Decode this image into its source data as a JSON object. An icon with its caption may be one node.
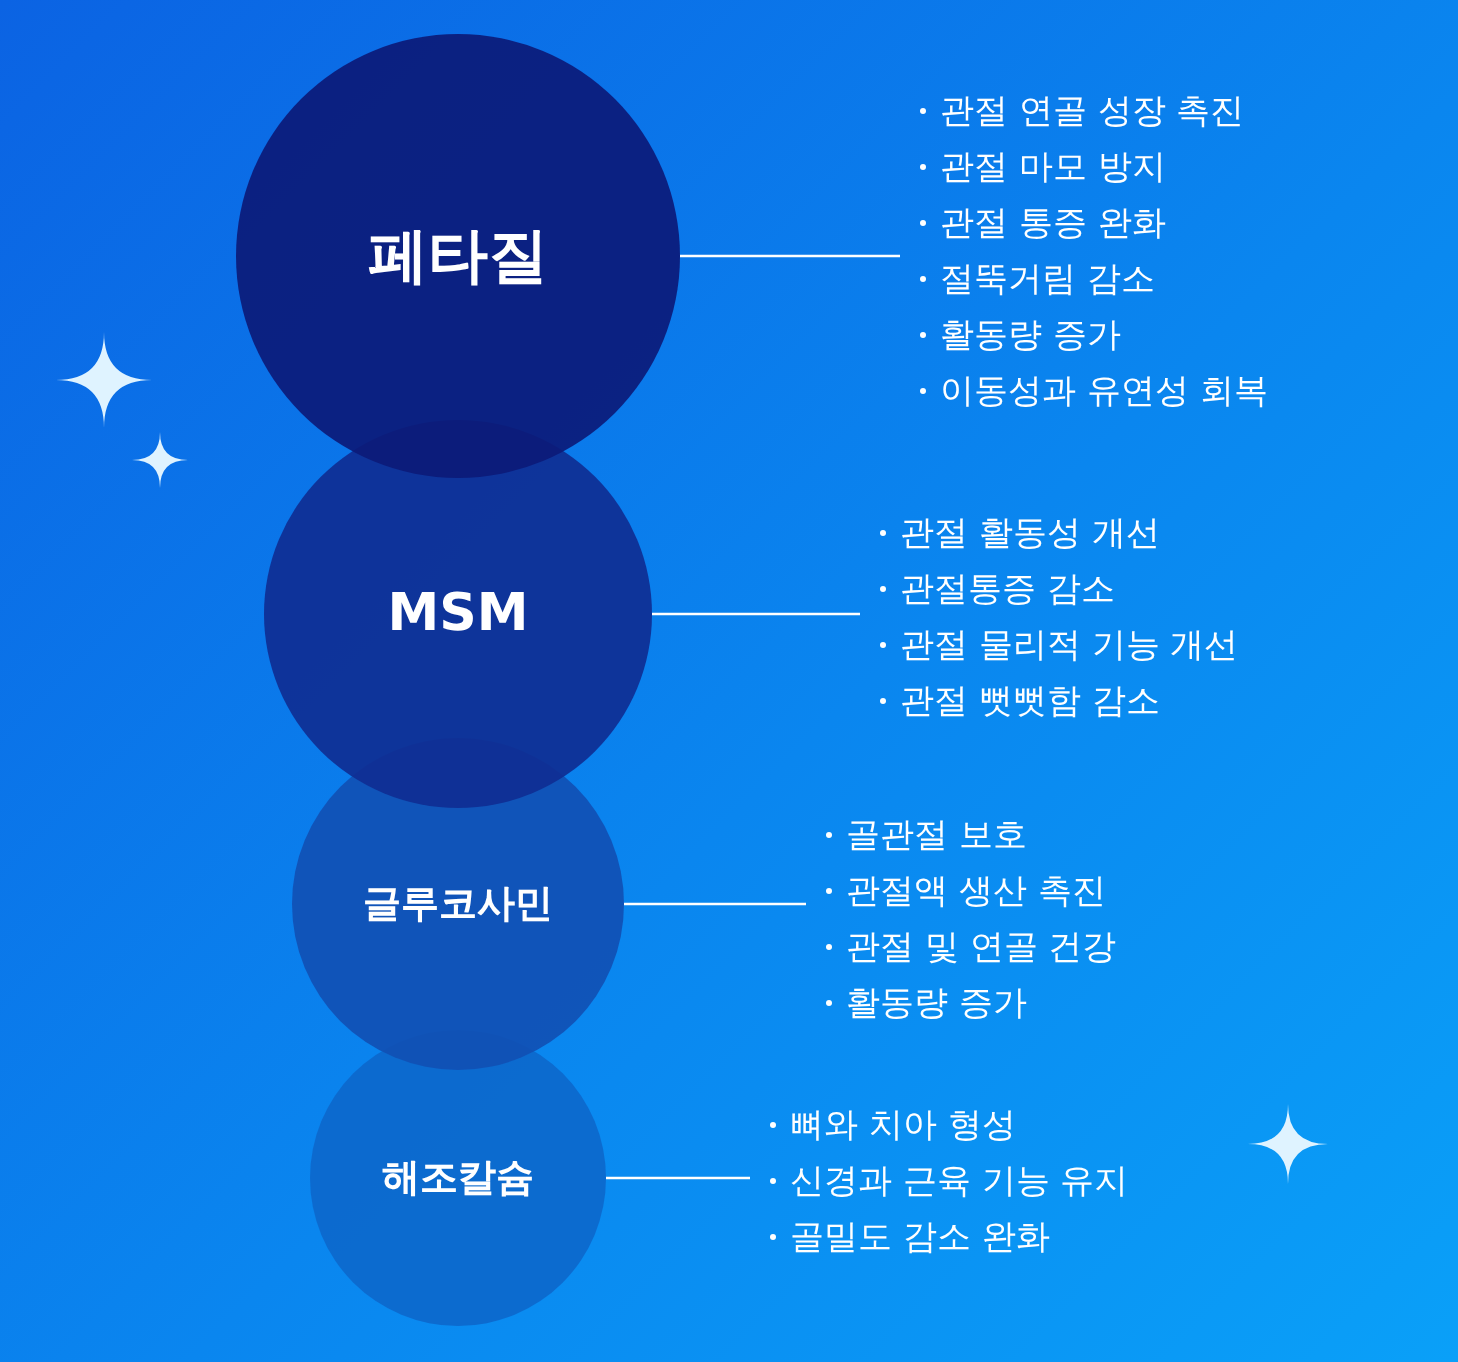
{
  "diagram": {
    "nodes": [
      {
        "text": [
          "페타질"
        ]
      },
      {
        "text": [
          "MSM"
        ]
      },
      {
        "text": [
          "글루코사민"
        ]
      },
      {
        "text": [
          "해조칼슘"
        ]
      },
      {
        "text": [
          "관절 연골 성장 촉진",
          "관절 마모 방지",
          "관절 통증 완화",
          "절뚝거림 감소",
          "활동량 증가",
          "이동성과 유연성 회복"
        ]
      },
      {
        "text": [
          "관절 활동성 개선",
          "관절통증 감소",
          "관절 물리적 기능 개선",
          "관절 뻣뻣함 감소"
        ]
      },
      {
        "text": [
          "골관절 보호",
          "관절액 생산 촉진",
          "관절 및 연골 건강",
          "활동량 증가"
        ]
      },
      {
        "text": [
          "뼈와 치아 형성",
          "신경과 근육 기능 유지",
          "골밀도 감소 완화"
        ]
      }
    ],
    "edges": [
      {
        "from": 0,
        "to": 4,
        "arrow": "none"
      },
      {
        "from": 1,
        "to": 5,
        "arrow": "none"
      },
      {
        "from": 2,
        "to": 6,
        "arrow": "none"
      },
      {
        "from": 3,
        "to": 7,
        "arrow": "none"
      }
    ]
  }
}
